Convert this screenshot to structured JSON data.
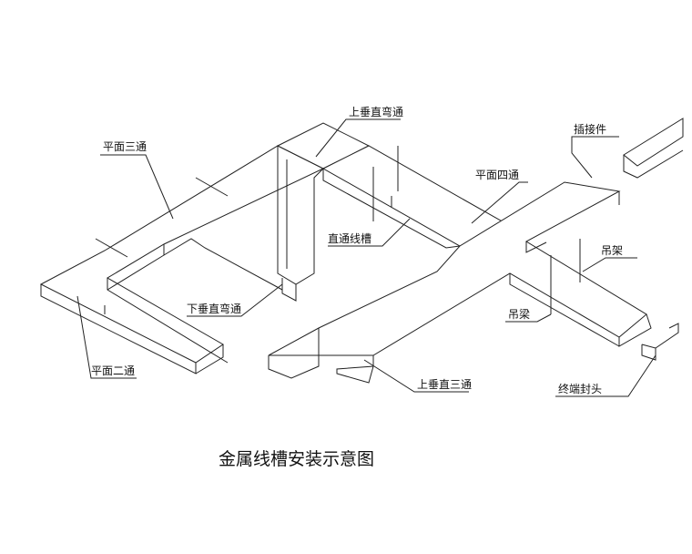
{
  "title": "金属线槽安装示意图",
  "labels": {
    "upper_vertical_bend": "上垂直弯通",
    "flat_tee": "平面三通",
    "connector": "插接件",
    "flat_cross": "平面四通",
    "straight_tray": "直通线槽",
    "hanger_right": "吊架",
    "lower_vertical_bend": "下垂直弯通",
    "hanger_beam": "吊梁",
    "flat_elbow": "平面二通",
    "upper_vertical_tee": "上垂直三通",
    "end_cap": "终端封头"
  }
}
